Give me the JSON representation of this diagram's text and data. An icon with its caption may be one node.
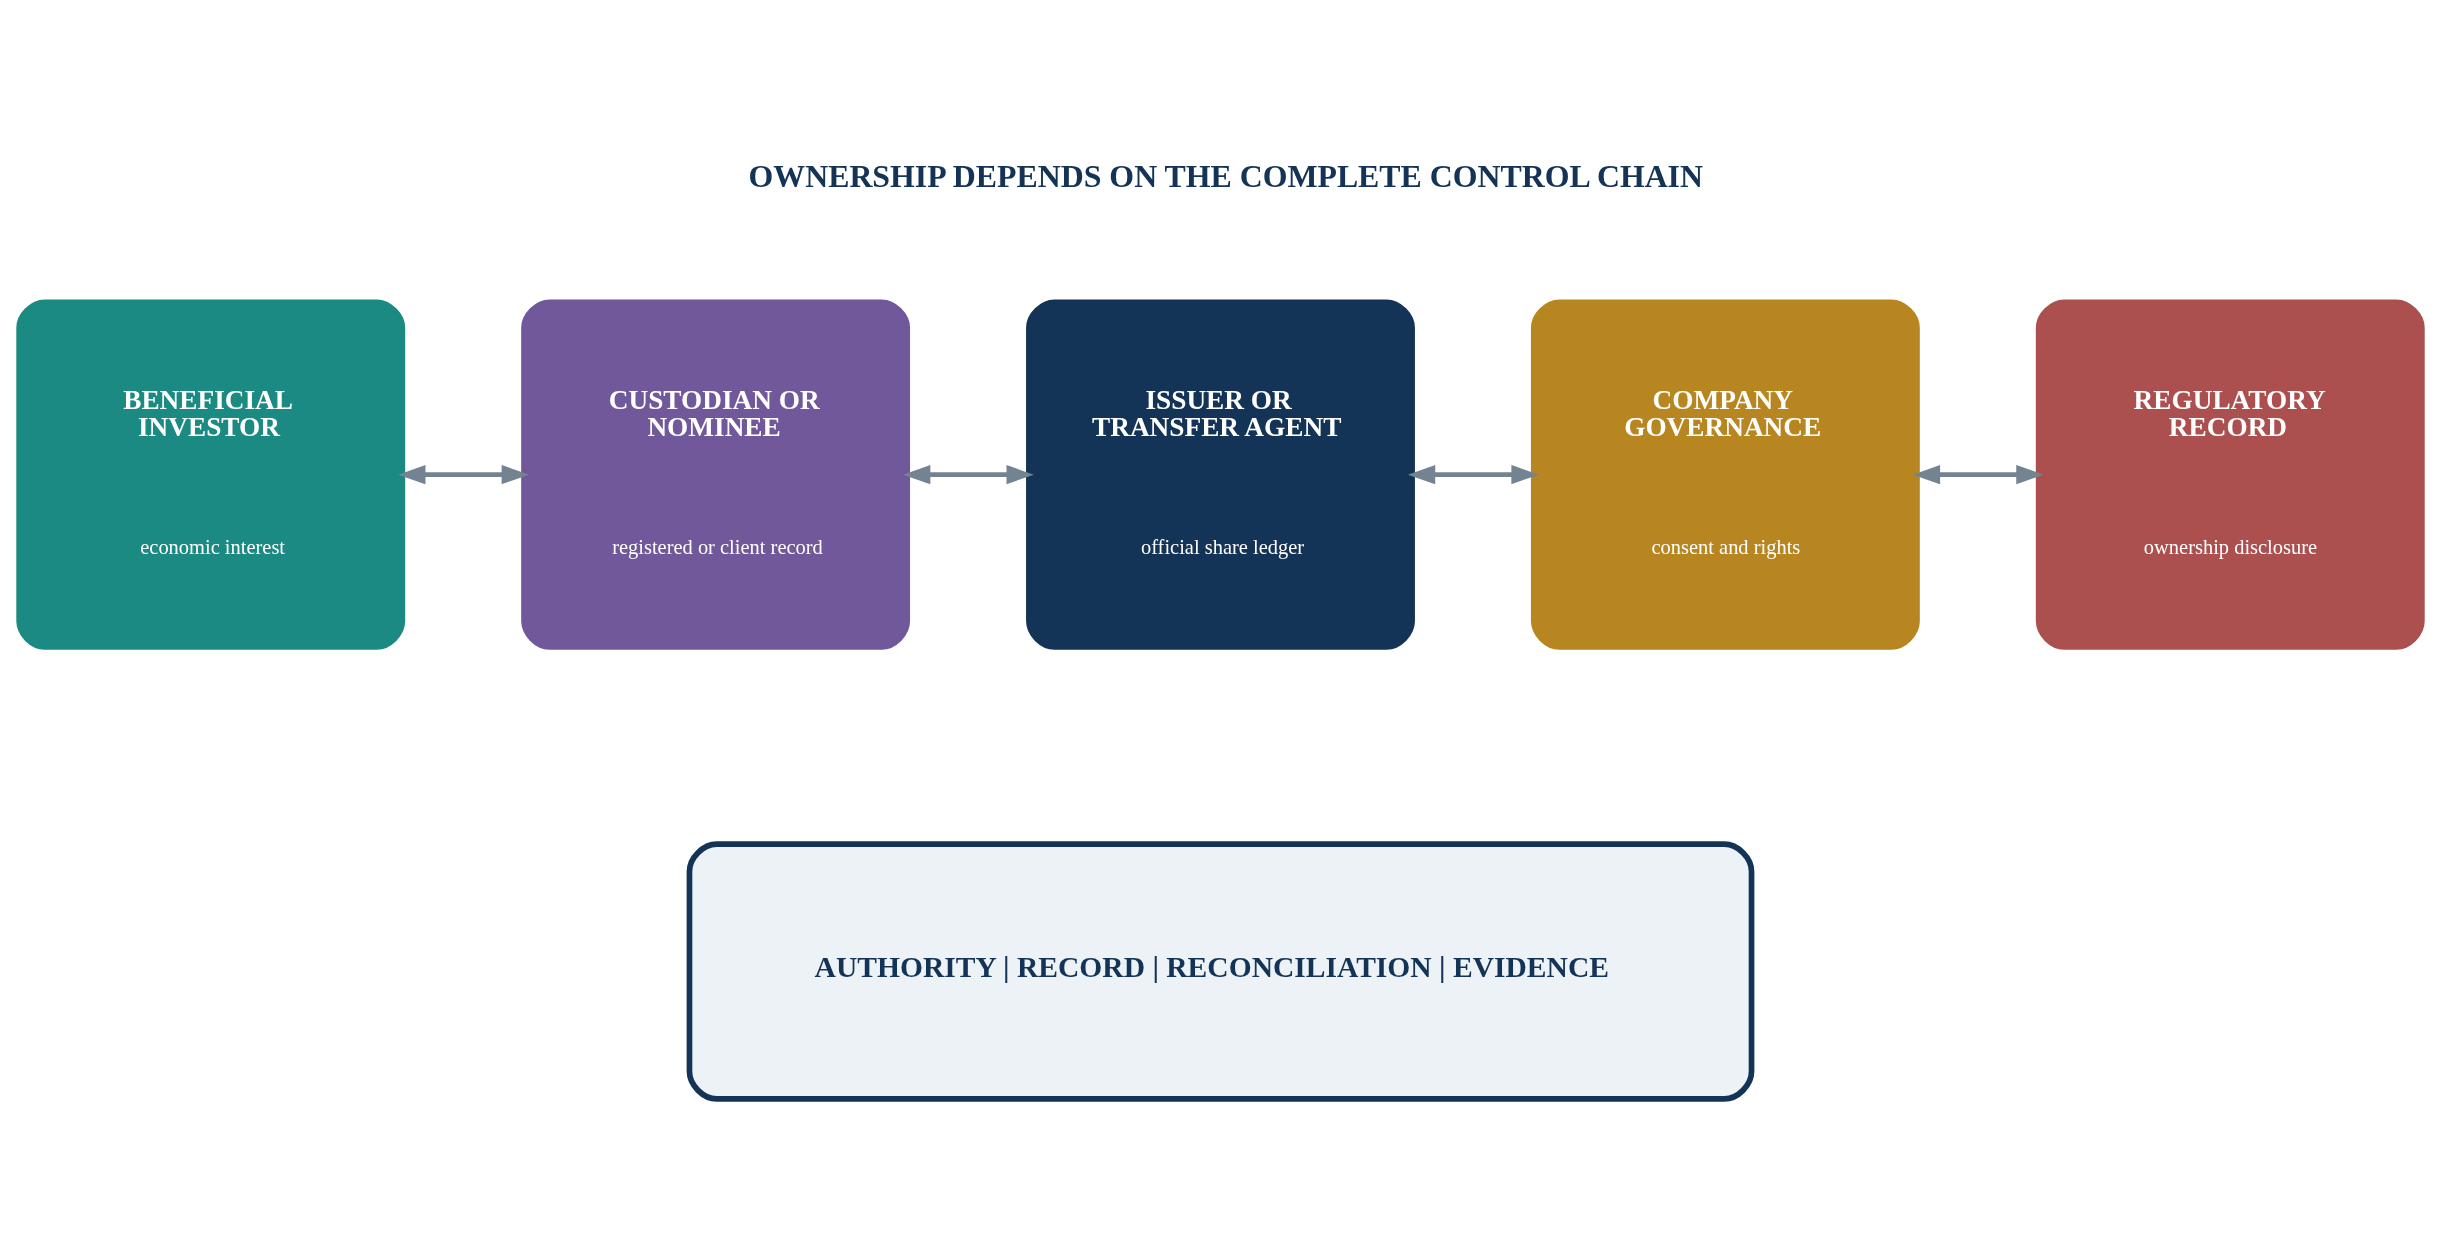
{
  "diagram": {
    "title": "OWNERSHIP DEPENDS ON THE COMPLETE CONTROL CHAIN",
    "nodes": [
      {
        "text": [
          "BENEFICIAL INVESTOR",
          "economic interest"
        ]
      },
      {
        "text": [
          "CUSTODIAN OR NOMINEE",
          "registered or client record"
        ]
      },
      {
        "text": [
          "ISSUER OR TRANSFER AGENT",
          "official share ledger"
        ]
      },
      {
        "text": [
          "COMPANY GOVERNANCE",
          "consent and rights"
        ]
      },
      {
        "text": [
          "REGULATORY RECORD",
          "ownership disclosure"
        ]
      },
      {
        "text": [
          "AUTHORITY | RECORD | RECONCILIATION | EVIDENCE"
        ]
      }
    ],
    "edges": [
      {
        "from": 0,
        "to": 1,
        "arrow": "both"
      },
      {
        "from": 1,
        "to": 2,
        "arrow": "both"
      },
      {
        "from": 2,
        "to": 3,
        "arrow": "both"
      },
      {
        "from": 3,
        "to": 4,
        "arrow": "both"
      }
    ]
  }
}
